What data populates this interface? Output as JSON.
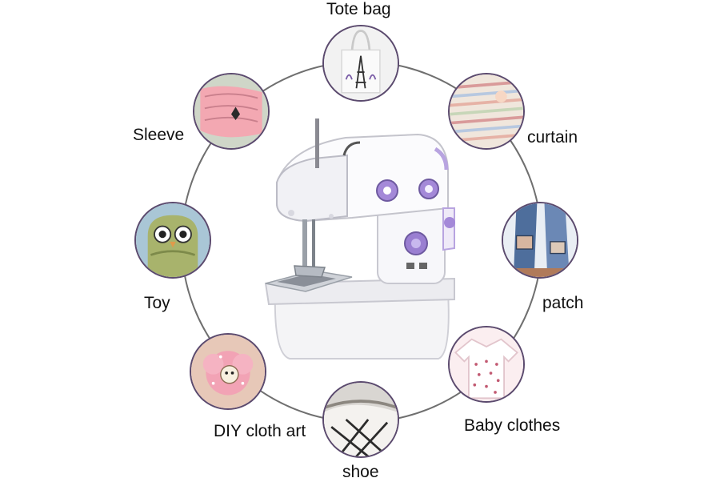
{
  "labels": {
    "tote": "Tote bag",
    "curtain": "curtain",
    "patch": "patch",
    "baby": "Baby clothes",
    "shoe": "shoe",
    "diy": "DIY cloth art",
    "toy": "Toy",
    "sleeve": "Sleeve"
  },
  "colors": {
    "accent": "#9a7fd1",
    "ring": "#6f6f6f",
    "thumb_border": "#5b4a6e"
  }
}
